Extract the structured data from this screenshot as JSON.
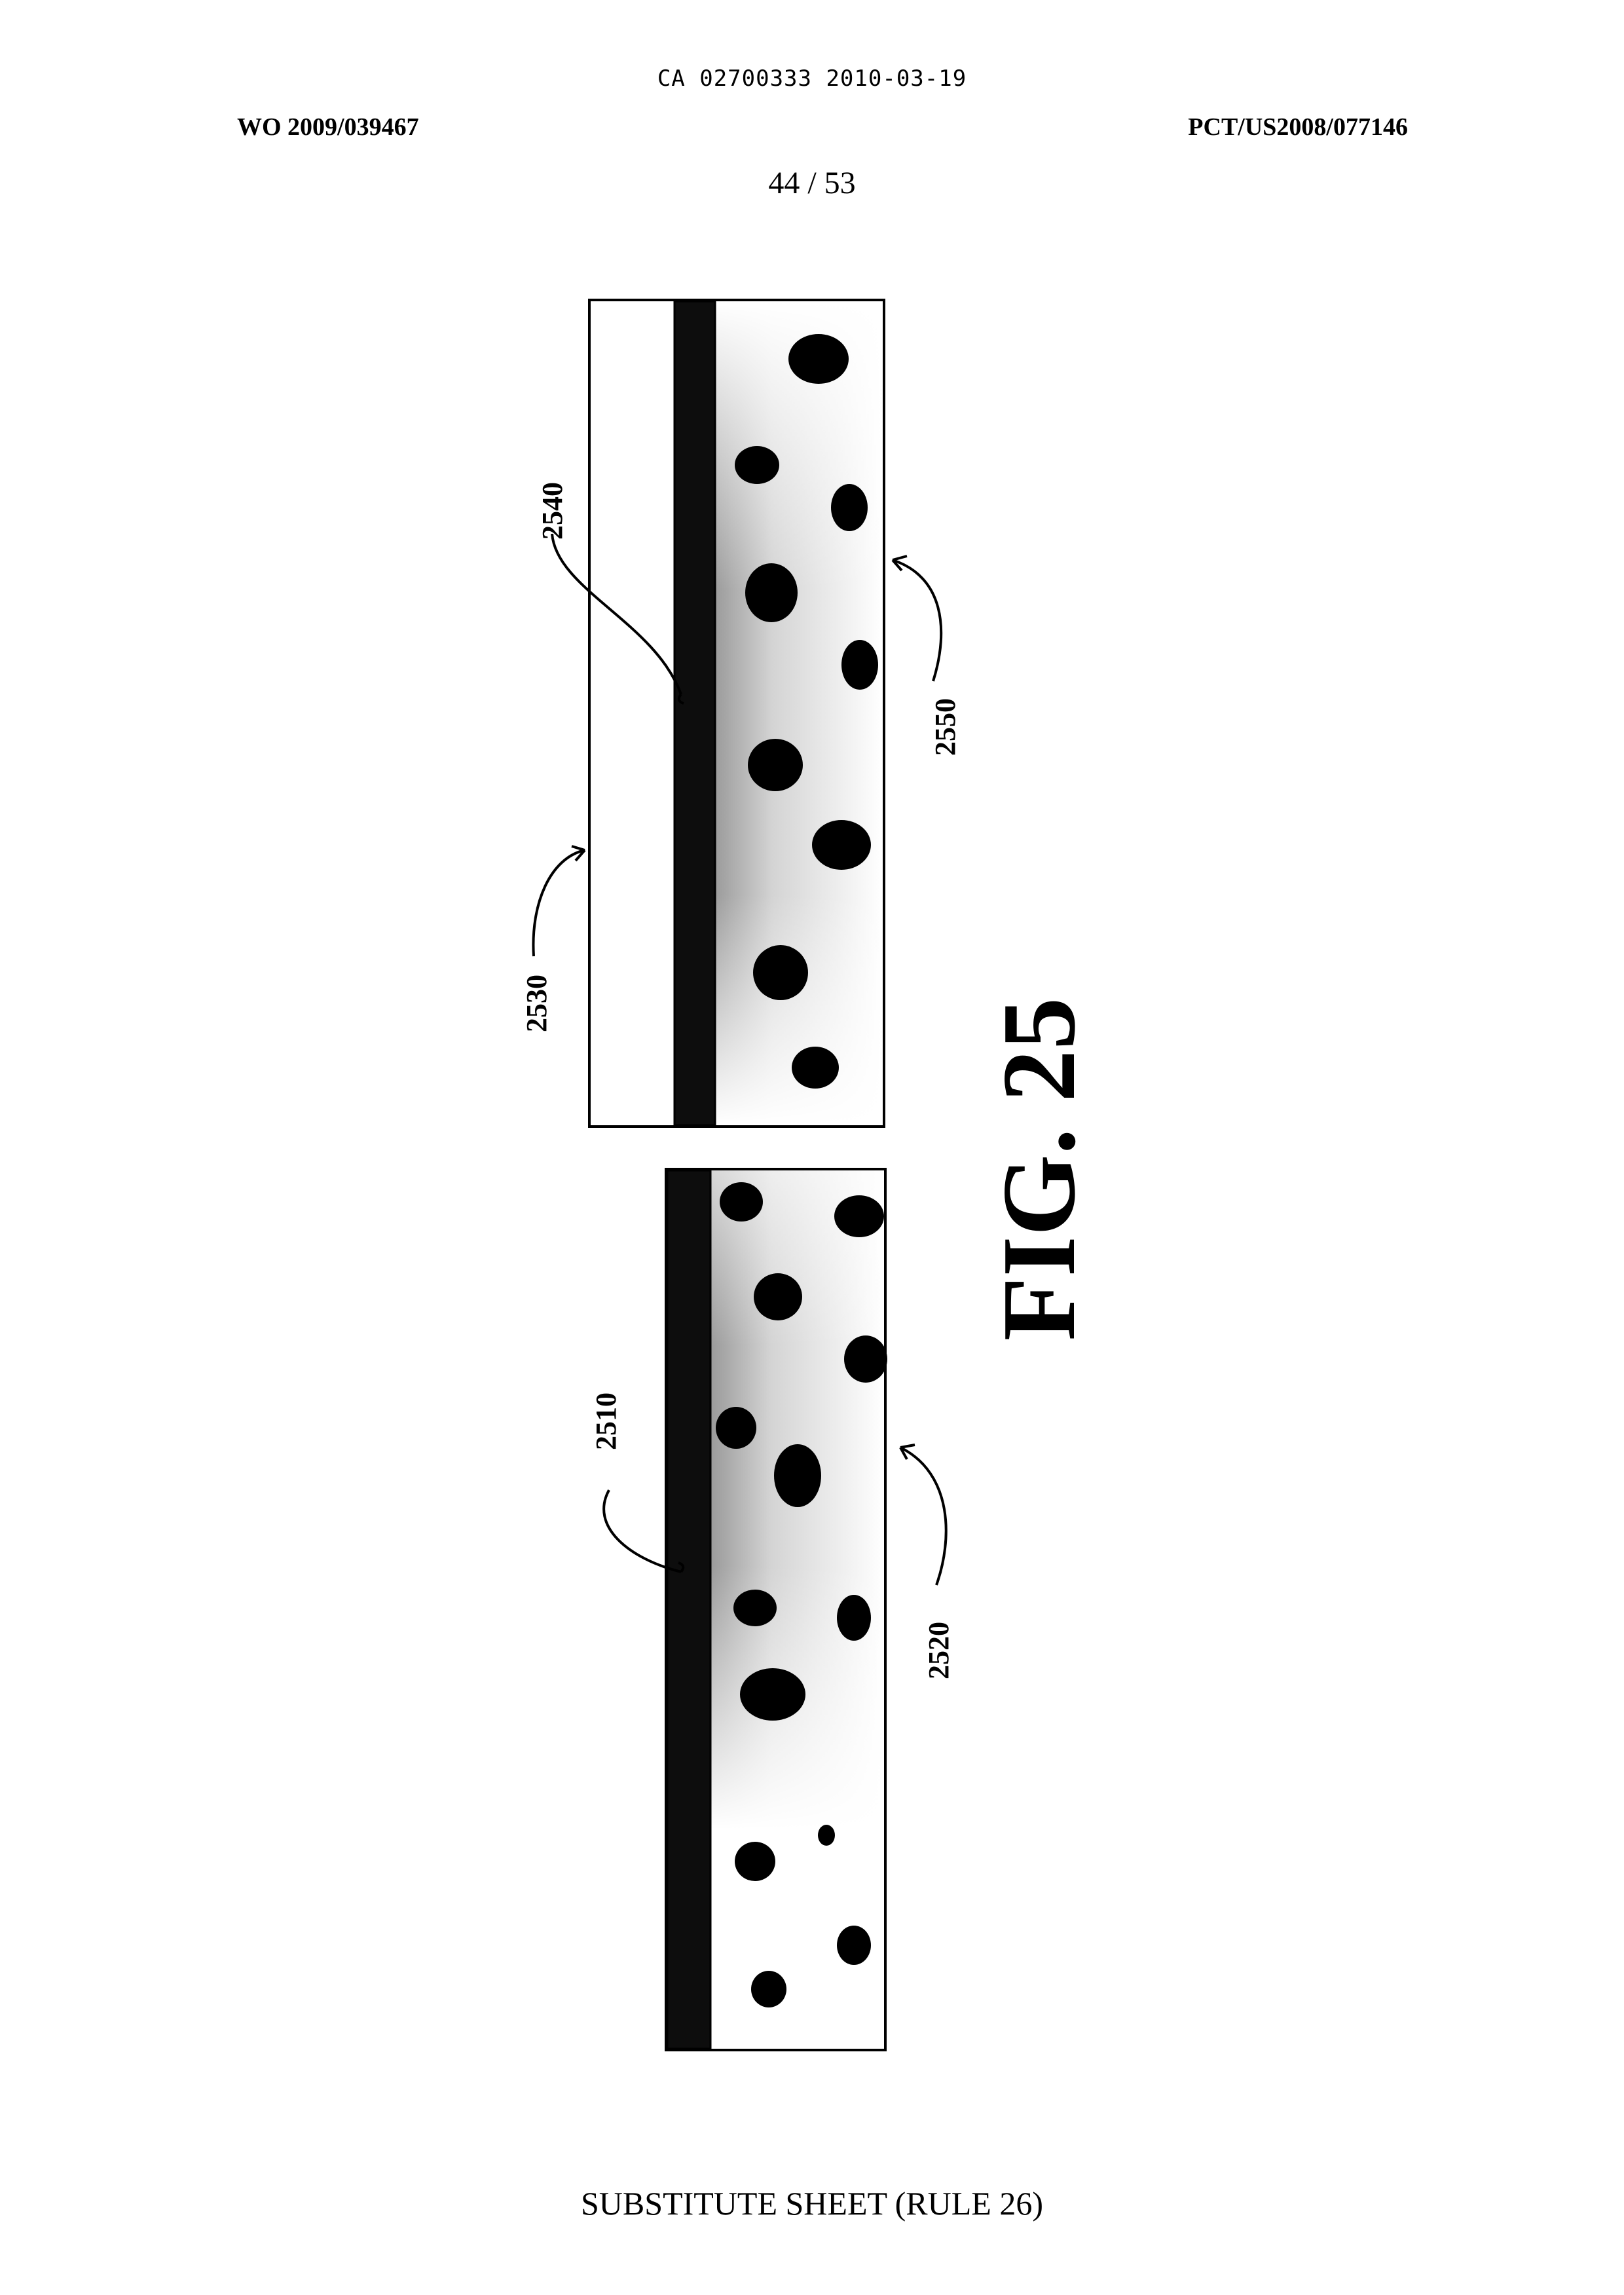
{
  "header": {
    "top_line": "CA 02700333 2010-03-19",
    "left": "WO 2009/039467",
    "right": "PCT/US2008/077146",
    "page_number": "44 / 53"
  },
  "figure": {
    "caption": "FIG. 25",
    "labels": {
      "l2510": "2510",
      "l2520": "2520",
      "l2530": "2530",
      "l2540": "2540",
      "l2550": "2550"
    }
  },
  "footer": "SUBSTITUTE SHEET (RULE 26)"
}
